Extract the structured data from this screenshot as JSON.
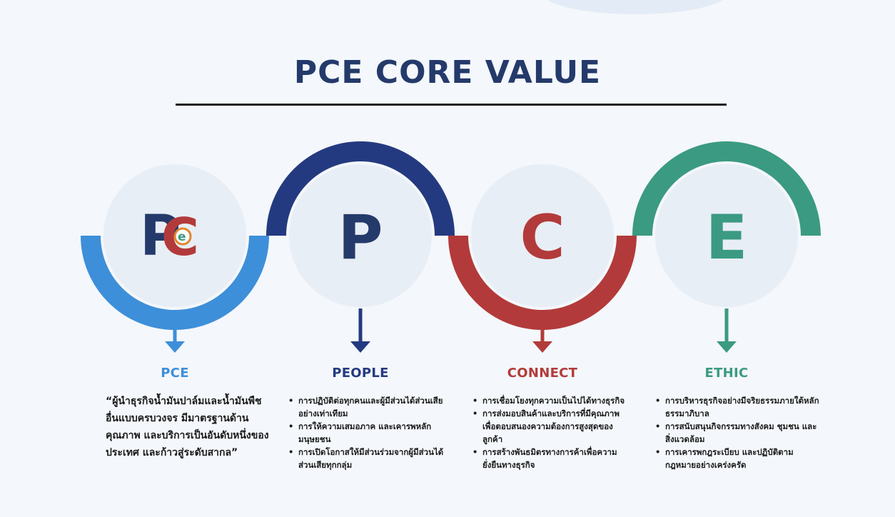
{
  "title": "PCE CORE VALUE",
  "colors": {
    "pce": "#3d8fd9",
    "people": "#243a80",
    "connect": "#b33a3a",
    "ethic": "#3b9a82",
    "circle": "#e8eef5"
  },
  "logo": {
    "letters": "PCe",
    "description": "company monogram"
  },
  "letters": {
    "people": "P",
    "connect": "C",
    "ethic": "E"
  },
  "sections": {
    "pce": {
      "heading": "PCE",
      "quote": "“ผู้นำธุรกิจน้ำมันปาล์มและน้ำมันพืชอื่นแบบครบวงจร มีมาตรฐานด้านคุณภาพ และบริการเป็นอันดับหนึ่งของประเทศ และก้าวสู่ระดับสากล”"
    },
    "people": {
      "heading": "PEOPLE",
      "points": [
        "การปฏิบัติต่อทุกคนและผู้มีส่วนได้ส่วนเสียอย่างเท่าเทียม",
        "การให้ความเสมอภาค และเคารพหลักมนุษยชน",
        "การเปิดโอกาสให้มีส่วนร่วมจากผู้มีส่วนได้ส่วนเสียทุกกลุ่ม"
      ]
    },
    "connect": {
      "heading": "CONNECT",
      "points": [
        "การเชื่อมโยงทุกความเป็นไปได้ทางธุรกิจ",
        "การส่งมอบสินค้าและบริการที่มีคุณภาพ เพื่อตอบสนองความต้องการสูงสุดของลูกค้า",
        "การสร้างพันธมิตรทางการค้าเพื่อความยั่งยืนทางธุรกิจ"
      ]
    },
    "ethic": {
      "heading": "ETHIC",
      "points": [
        "การบริหารธุรกิจอย่างมีจริยธรรมภายใต้หลักธรรมาภิบาล",
        "การสนับสนุนกิจกรรมทางสังคม ชุมชน และสิ่งแวดล้อม",
        "การเคารพกฎระเบียบ และปฏิบัติตามกฎหมายอย่างเคร่งครัด"
      ]
    }
  }
}
